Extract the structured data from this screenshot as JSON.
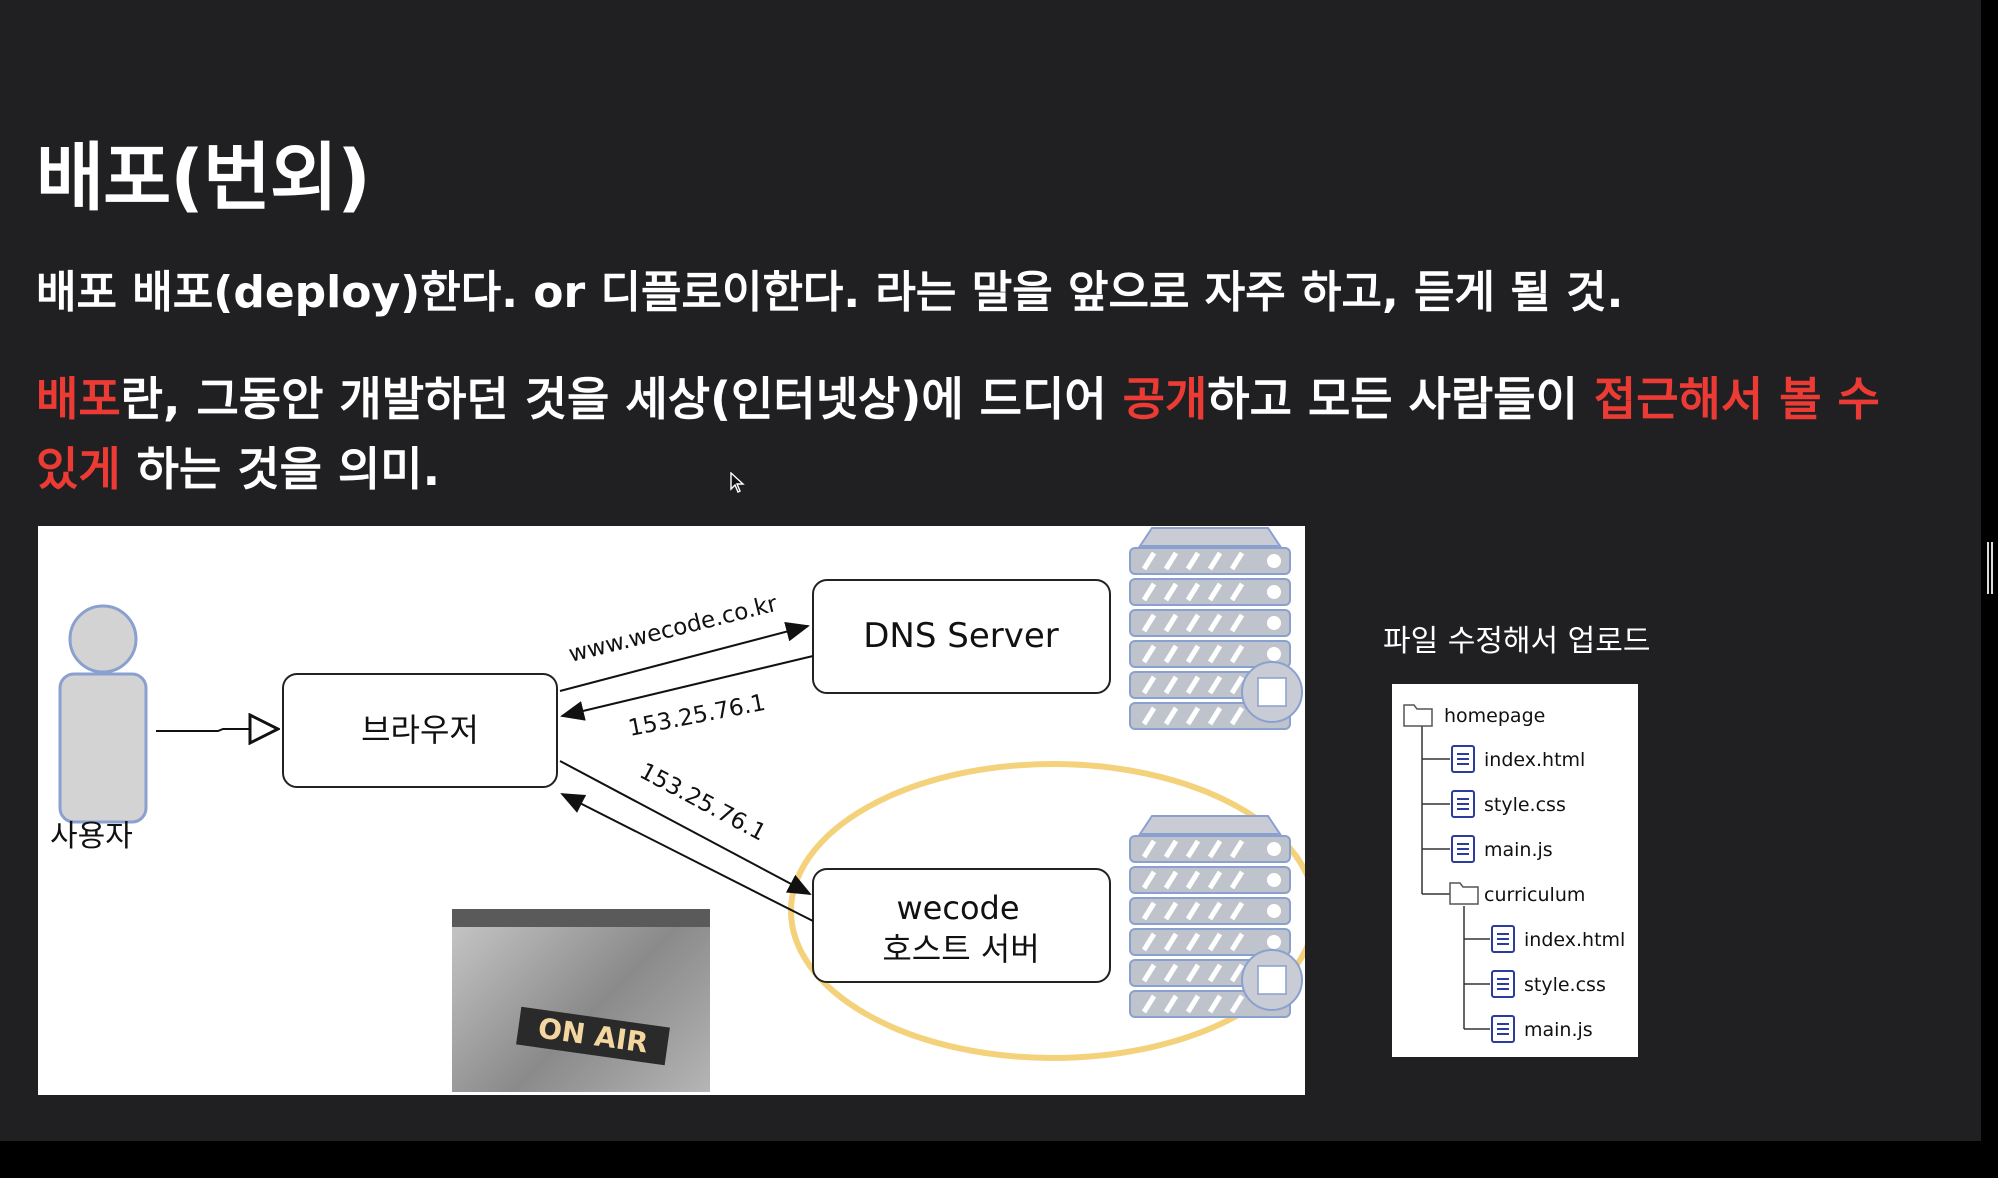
{
  "slide": {
    "title": "배포(번외)",
    "line1": "배포 배포(deploy)한다. or 디플로이한다. 라는 말을 앞으로 자주 하고, 듣게 될 것.",
    "para_parts": [
      "배포",
      "란, 그동안 개발하던 것을 세상(인터넷상)에 드디어 ",
      "공개",
      "하고 모든 사람들이 ",
      "접근해서 볼 수 있게",
      " 하는 것을 의미."
    ],
    "highlight_color": "#ec3b34"
  },
  "diagram": {
    "user_label": "사용자",
    "browser_label": "브라우저",
    "dns_label": "DNS Server",
    "host_line1": "wecode",
    "host_line2": "호스트 서버",
    "url_label": "www.wecode.co.kr",
    "ip_label_top": "153.25.76.1",
    "ip_label_bottom": "153.25.76.1",
    "thumbnail_sign": "ON AIR"
  },
  "file_panel": {
    "caption": "파일 수정해서 업로드",
    "root": "homepage",
    "files": [
      "index.html",
      "style.css",
      "main.js"
    ],
    "subfolder": "curriculum",
    "sub_files": [
      "index.html",
      "style.css",
      "main.js"
    ]
  }
}
